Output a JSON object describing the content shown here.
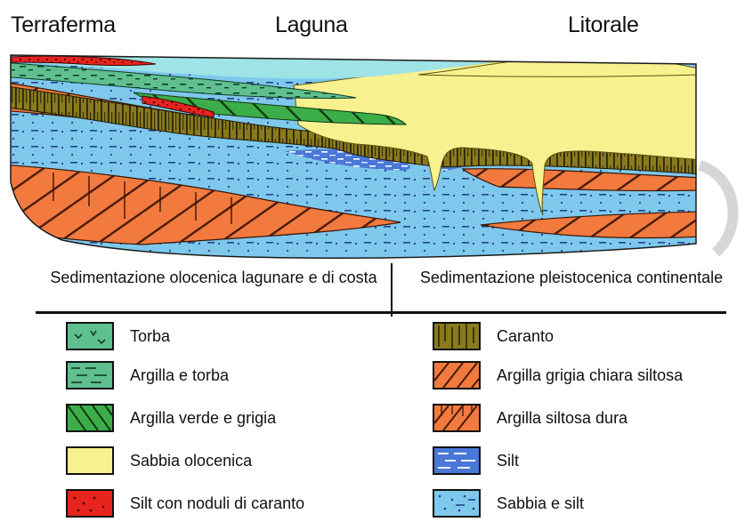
{
  "header": {
    "terraferma": "Terraferma",
    "laguna": "Laguna",
    "litorale": "Litorale"
  },
  "legend": {
    "holocene_heading": "Sedimentazione olocenica lagunare e di costa",
    "pleistocene_heading": "Sedimentazione pleistocenica continentale",
    "holocene_items": [
      {
        "label": "Torba",
        "pattern": "peat",
        "color": "#5fbf8e"
      },
      {
        "label": "Argilla e torba",
        "pattern": "clay-peat",
        "color": "#5fbf8e"
      },
      {
        "label": "Argilla verde e grigia",
        "pattern": "green-grey-clay",
        "color": "#3cae49"
      },
      {
        "label": "Sabbia olocenica",
        "pattern": "holocene-sand",
        "color": "#f7f18f"
      },
      {
        "label": "Silt con noduli di caranto",
        "pattern": "silt-caranto-nodules",
        "color": "#e8241f"
      }
    ],
    "pleistocene_items": [
      {
        "label": "Caranto",
        "pattern": "caranto",
        "color": "#8a7a1e"
      },
      {
        "label": "Argilla grigia chiara siltosa",
        "pattern": "light-grey-silty-clay",
        "color": "#f27a3e"
      },
      {
        "label": "Argilla siltosa dura",
        "pattern": "hard-silty-clay",
        "color": "#f27a3e"
      },
      {
        "label": "Silt",
        "pattern": "silt",
        "color": "#4a78d8"
      },
      {
        "label": "Sabbia e silt",
        "pattern": "sand-silt",
        "color": "#7ec8ec"
      }
    ]
  },
  "colors": {
    "sea": "#9ee3e6",
    "sand_silt": "#7ec8ec",
    "silt": "#4a78d8",
    "clay": "#f27a3e",
    "caranto": "#8a7a1e",
    "holocene_sand": "#f7f18f",
    "peat": "#5fbf8e",
    "green_clay": "#3cae49",
    "silt_nodules": "#e8241f"
  }
}
